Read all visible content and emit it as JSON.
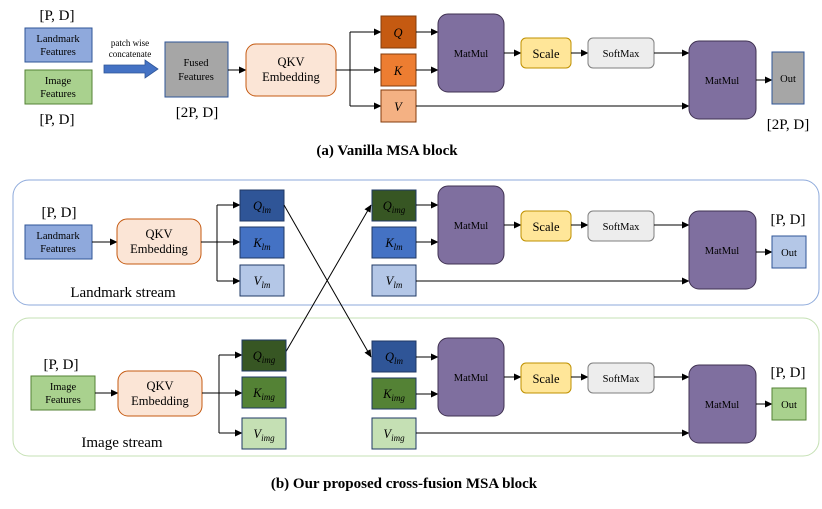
{
  "vanilla": {
    "landmark_label": [
      "Landmark",
      "Features"
    ],
    "image_label": [
      "Image",
      "Features"
    ],
    "input_dims_top": "[P, D]",
    "input_dims_bottom": "[P, D]",
    "concat_label": [
      "patch wise",
      "concatenate"
    ],
    "fused_label": [
      "Fused",
      "Features"
    ],
    "fused_dims": "[2P, D]",
    "qkv_label": [
      "QKV",
      "Embedding"
    ],
    "q": "Q",
    "k": "K",
    "v": "V",
    "matmul1": "MatMul",
    "scale": "Scale",
    "softmax": "SoftMax",
    "matmul2": "MatMul",
    "out": "Out",
    "out_dims": "[2P, D]",
    "caption": "(a) Vanilla MSA block"
  },
  "cross": {
    "landmark": {
      "dims": "[P, D]",
      "input_label": [
        "Landmark",
        "Features"
      ],
      "qkv_label": [
        "QKV",
        "Embedding"
      ],
      "q": {
        "base": "Q",
        "sub": "lm"
      },
      "k": {
        "base": "K",
        "sub": "lm"
      },
      "v": {
        "base": "V",
        "sub": "lm"
      },
      "q_in": {
        "base": "Q",
        "sub": "img"
      },
      "k_in": {
        "base": "K",
        "sub": "lm"
      },
      "v_in": {
        "base": "V",
        "sub": "lm"
      },
      "matmul1": "MatMul",
      "scale": "Scale",
      "softmax": "SoftMax",
      "matmul2": "MatMul",
      "out": "Out",
      "out_dims": "[P, D]",
      "stream_label": "Landmark stream"
    },
    "image": {
      "dims": "[P, D]",
      "input_label": [
        "Image",
        "Features"
      ],
      "qkv_label": [
        "QKV",
        "Embedding"
      ],
      "q": {
        "base": "Q",
        "sub": "img"
      },
      "k": {
        "base": "K",
        "sub": "img"
      },
      "v": {
        "base": "V",
        "sub": "img"
      },
      "q_in": {
        "base": "Q",
        "sub": "lm"
      },
      "k_in": {
        "base": "K",
        "sub": "img"
      },
      "v_in": {
        "base": "V",
        "sub": "img"
      },
      "matmul1": "MatMul",
      "scale": "Scale",
      "softmax": "SoftMax",
      "matmul2": "MatMul",
      "out": "Out",
      "out_dims": "[P, D]",
      "stream_label": "Image stream"
    },
    "caption": "(b) Our proposed cross-fusion MSA block"
  },
  "colors": {
    "landmark_fill": "#8fa9dc",
    "image_fill": "#a9d18e",
    "fused_fill": "#a6a6a6",
    "qkv_fill": "#fbe5d6",
    "q_orange": "#c55a11",
    "k_orange": "#ed7d31",
    "v_orange": "#f4b183",
    "matmul_fill": "#7f6f9f",
    "scale_fill": "#ffe699",
    "softmax_fill": "#ededed",
    "q_lm": "#2f5597",
    "k_lm": "#4472c4",
    "v_lm": "#b4c7e7",
    "q_img": "#375623",
    "k_img": "#548235",
    "v_img": "#c5e0b4",
    "stream_lm_border": "#8eaadb",
    "stream_img_border": "#c5e0b4"
  }
}
